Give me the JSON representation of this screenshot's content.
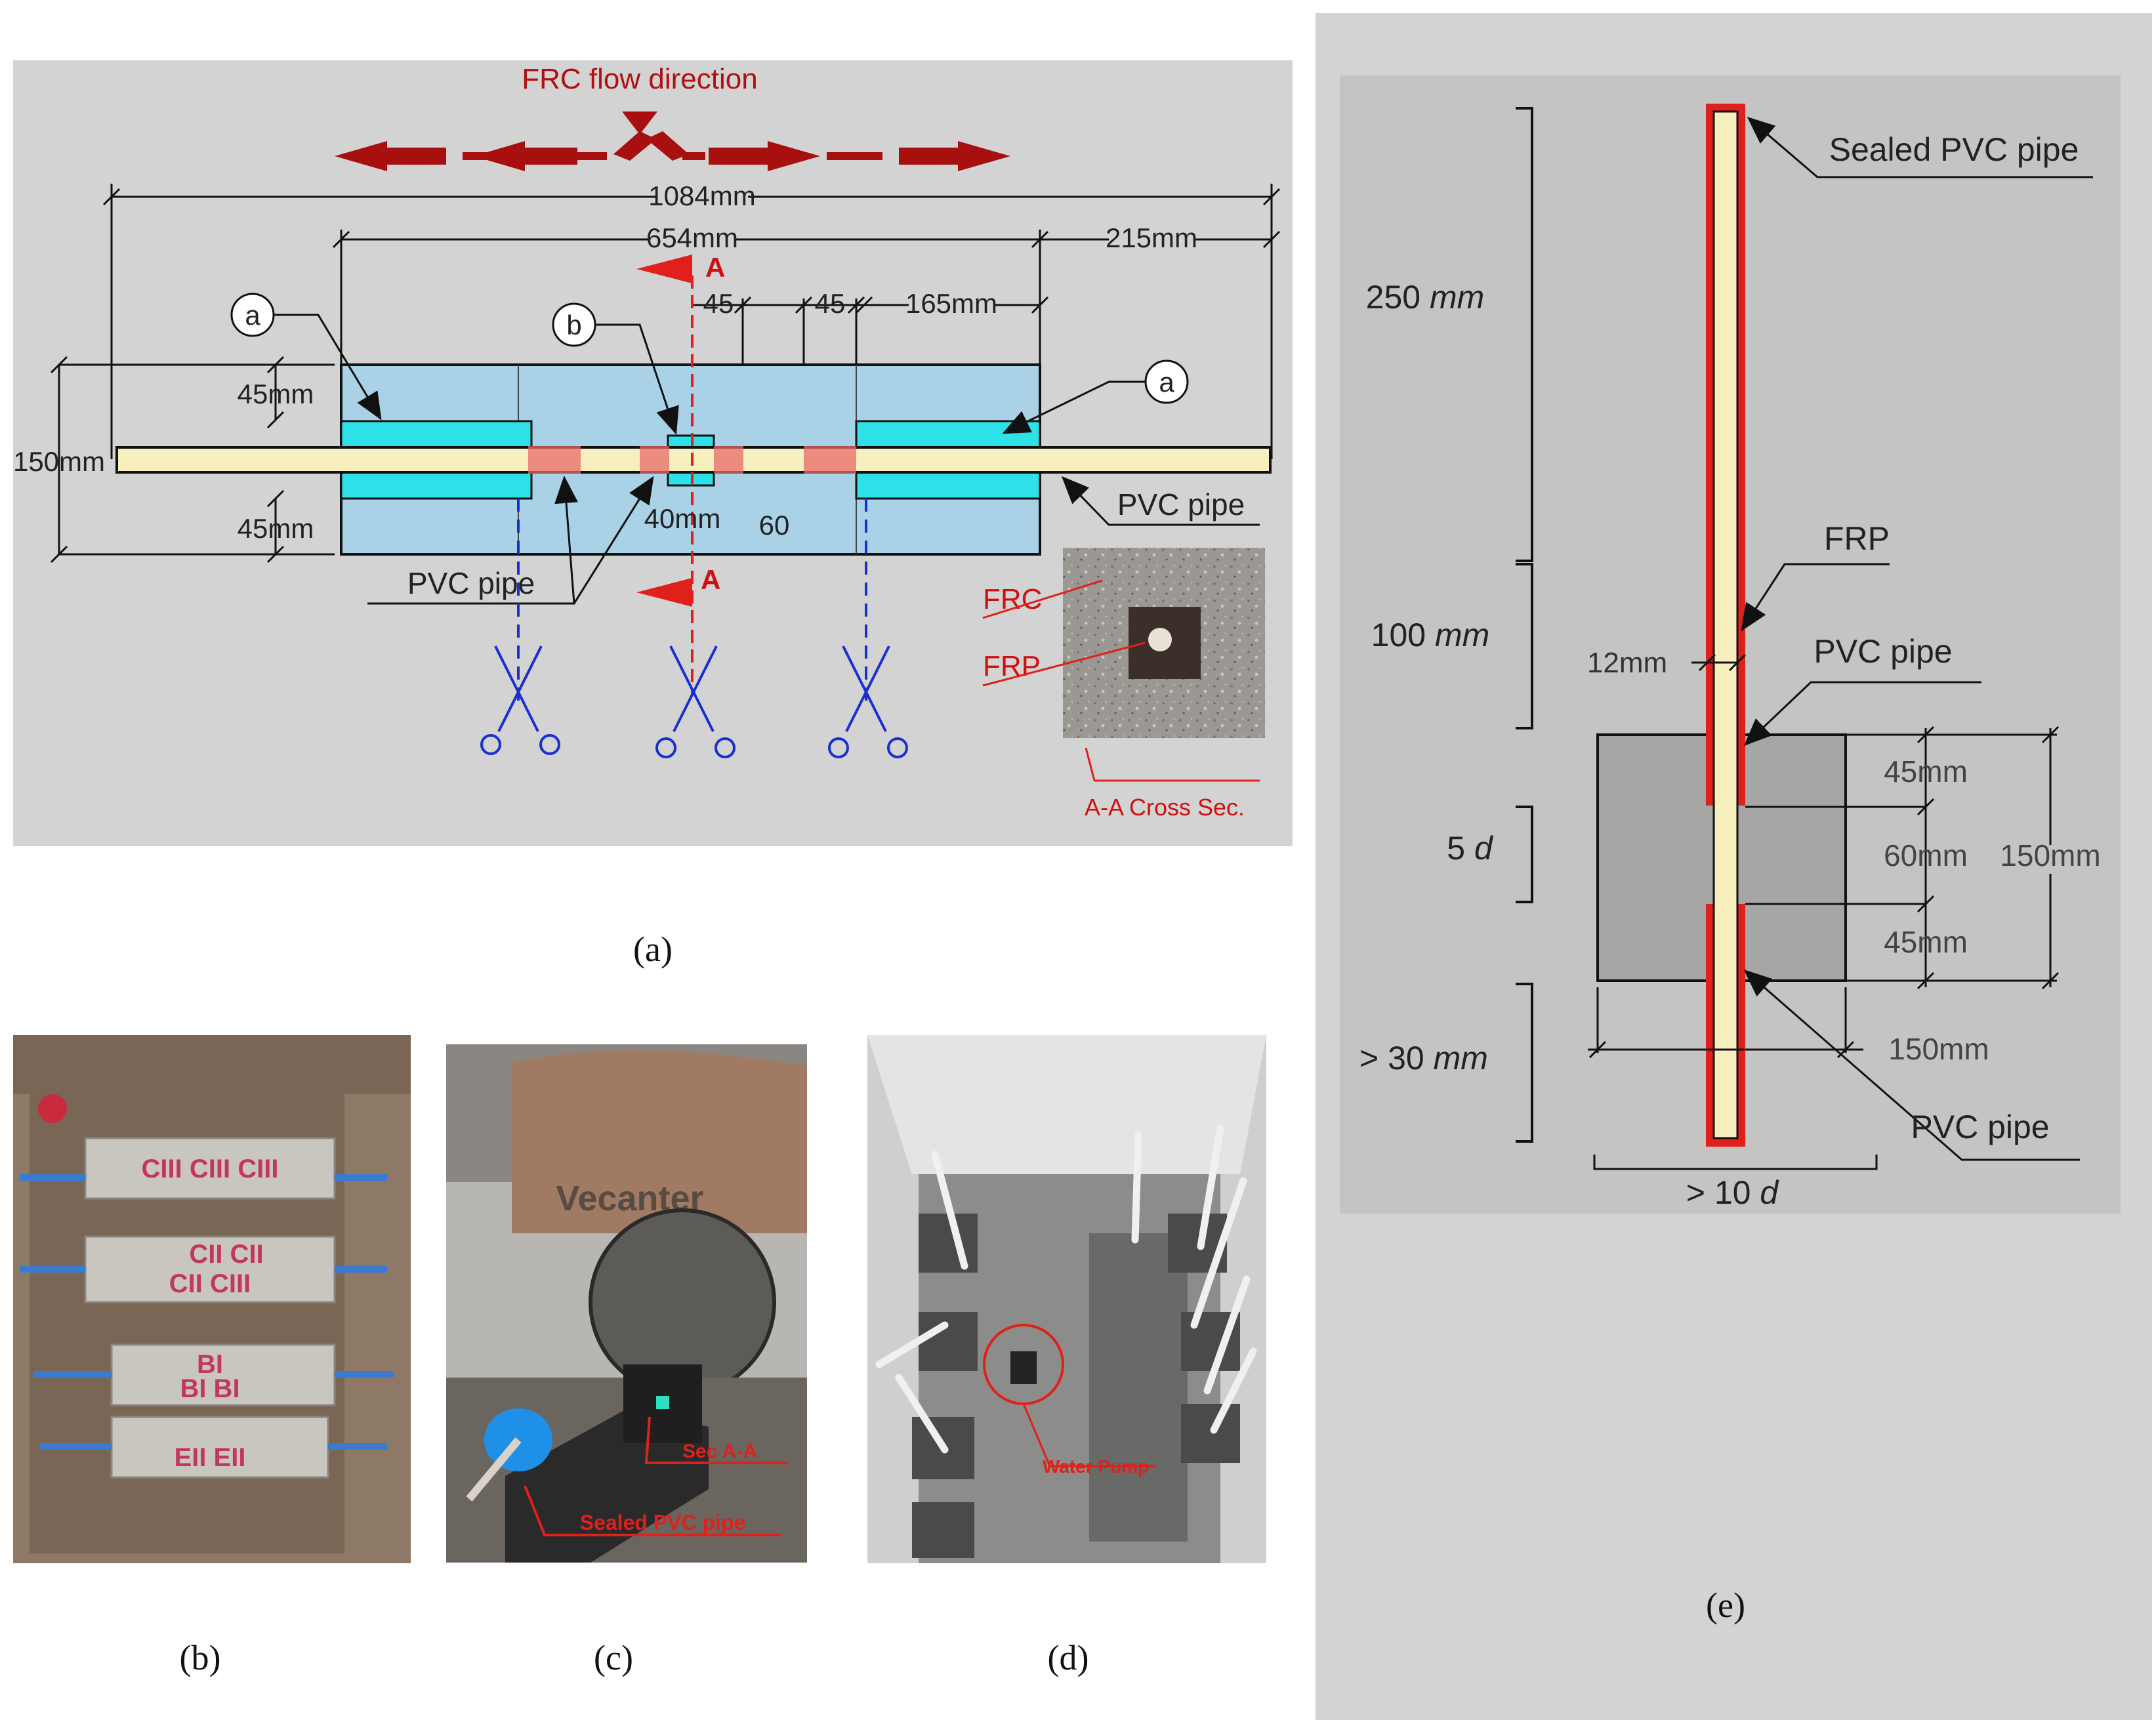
{
  "panel_a": {
    "flow_direction": "FRC flow direction",
    "dim_total": "1084mm",
    "dim_654": "654mm",
    "dim_215": "215mm",
    "dim_165": "165mm",
    "dim_45_top": "45",
    "dim_45_top2": "45",
    "dim_45_left_top": "45mm",
    "dim_45_left_bottom": "45mm",
    "dim_150": "150mm",
    "dim_40": "40mm",
    "dim_60": "60",
    "section_mark_top": "A",
    "section_mark_bottom": "A",
    "callout_a_left": "a",
    "callout_b": "b",
    "callout_a_right": "a",
    "pvc_pipe_right": "PVC pipe",
    "pvc_pipe_left": "PVC pipe",
    "inset_frc": "FRC",
    "inset_frp": "FRP",
    "inset_caption": "A-A Cross Sec.",
    "caption": "(a)"
  },
  "panel_b": {
    "marks": [
      "CIII CIII CIII",
      "CII CII",
      "CII CIII",
      "BI",
      "BI BI",
      "EII EII"
    ],
    "caption": "(b)"
  },
  "panel_c": {
    "brand": "Vecanter",
    "sec_label": "Sec A-A",
    "pipe_label": "Sealed PVC pipe",
    "caption": "(c)"
  },
  "panel_d": {
    "pump_label": "Water Pump",
    "caption": "(d)"
  },
  "panel_e": {
    "sealed_pvc": "Sealed PVC pipe",
    "dim_250": "250",
    "dim_100": "100",
    "unit": "mm",
    "frp": "FRP",
    "dim_12": "12mm",
    "pvc_top": "PVC pipe",
    "dim_45_top": "45mm",
    "dim_5d_num": "5",
    "dim_5d_var": "d",
    "dim_60": "60mm",
    "dim_150_v": "150mm",
    "dim_45_bottom": "45mm",
    "dim_30_prefix": "> 30",
    "dim_150_h": "150mm",
    "pvc_bottom": "PVC pipe",
    "dim_10d_prefix": "> 10",
    "dim_10d_var": "d",
    "caption": "(e)"
  },
  "colors": {
    "panel_bg": "#d3d3d3",
    "concrete": "#a9d2e6",
    "frp_sleeve": "#2ee0e8",
    "frp_bar": "#f7efbe",
    "arrow_red": "#b01010",
    "scissors_blue": "#1a2fd0",
    "highlight_red": "#e8201a"
  }
}
